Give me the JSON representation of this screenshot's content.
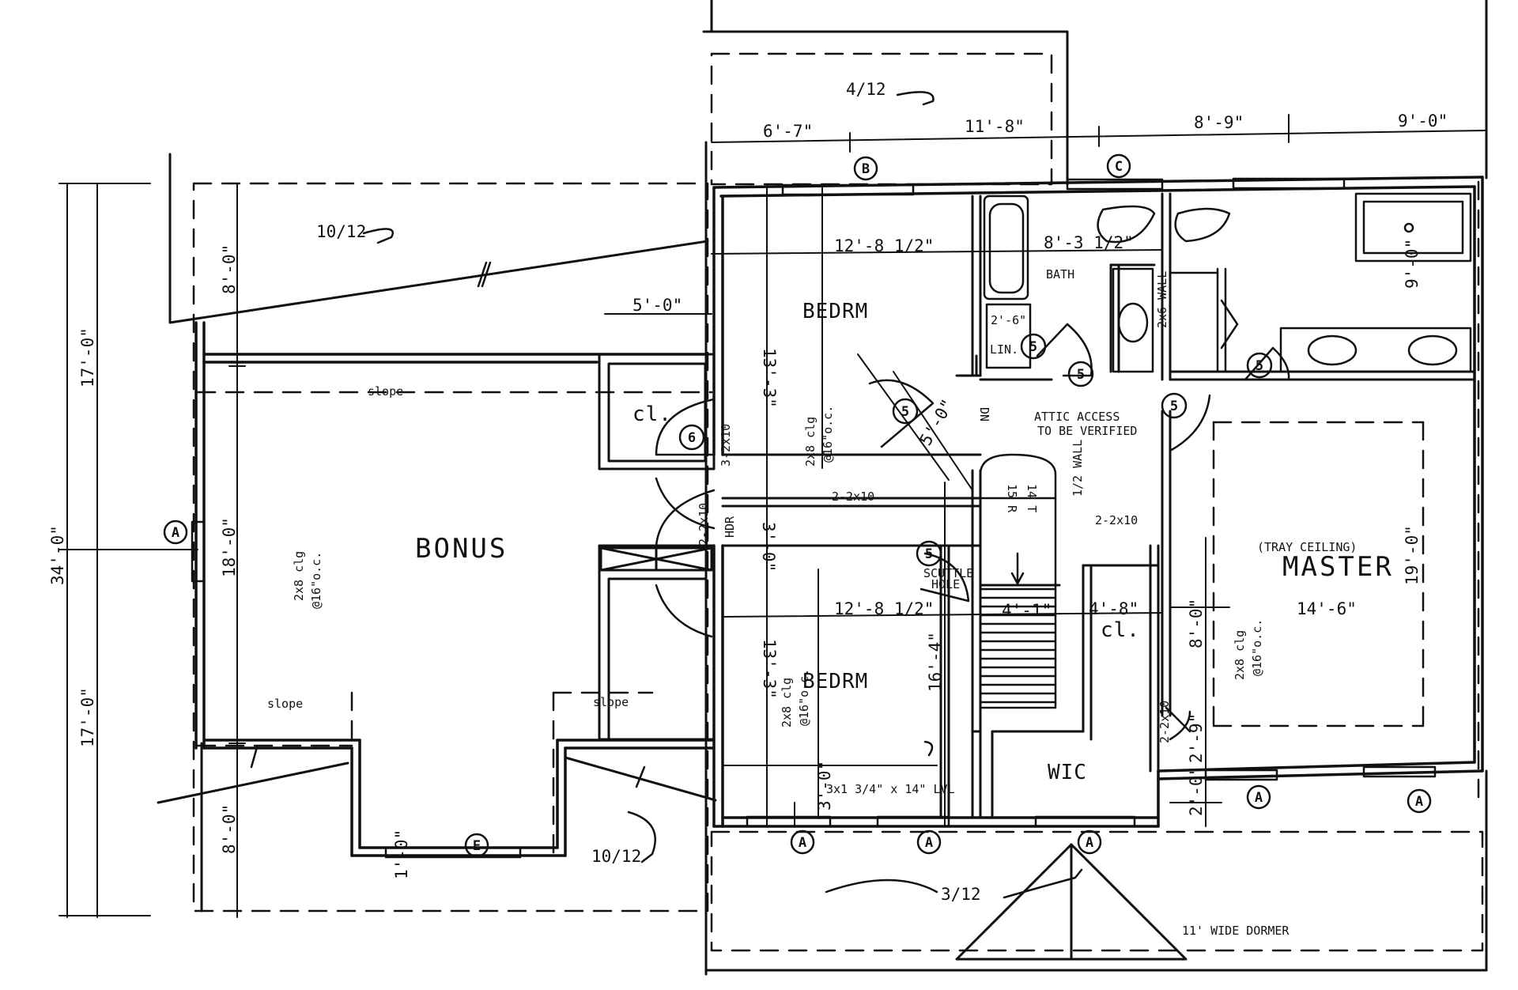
{
  "rooms": {
    "bonus": "BONUS",
    "bedrm_upper": "BEDRM",
    "bedrm_lower": "BEDRM",
    "bath": "BATH",
    "master": "MASTER",
    "master_note": "(TRAY CEILING)",
    "wic": "WIC",
    "closet_1": "cl.",
    "closet_2": "cl.",
    "linen": "LIN."
  },
  "notes": {
    "attic_1": "ATTIC ACCESS",
    "attic_2": "TO BE VERIFIED",
    "dormer": "11' WIDE DORMER",
    "slope_1": "slope",
    "slope_2": "slope",
    "slope_3": "slope",
    "scuttle_1": "SCUTTLE",
    "scuttle_2": "HOLE",
    "joist_bonus_1": "2x8 clg",
    "joist_bonus_2": "@16\"o.c.",
    "joist_bed1_1": "2x8 clg",
    "joist_bed1_2": "@16\"o.c.",
    "joist_bed2_1": "2x8 clg",
    "joist_bed2_2": "@16\"o.c.",
    "joist_master_1": "2x8 clg",
    "joist_master_2": "@16\"o.c.",
    "hdr_1": "3-2x10",
    "hdr_2": "2-2x10",
    "hdr_3": "2-2x10",
    "hdr_4": "2-2x10",
    "hdr_5": "2-2x10",
    "hdr_label": "HDR",
    "lvl": "3x1 3/4\" x 14\" LVL",
    "wall_1": "2x6 WALL",
    "wall_2": "1/2 WALL",
    "stair_1": "DN",
    "stair_2": "15 R",
    "stair_3": "14 T"
  },
  "pitches": {
    "p1": "4/12",
    "p2": "10/12",
    "p3": "10/12",
    "p4": "3/12"
  },
  "dimensions": {
    "d_6_7": "6'-7\"",
    "d_11_8": "11'-8\"",
    "d_8_9": "8'-9\"",
    "d_9_0_top": "9'-0\"",
    "d_8_0_a": "8'-0\"",
    "d_17_0_a": "17'-0\"",
    "d_34_0": "34'-0\"",
    "d_18_0": "18'-0\"",
    "d_17_0_b": "17'-0\"",
    "d_8_0_b": "8'-0\"",
    "d_12_8_a": "12'-8 1/2\"",
    "d_8_3": "8'-3 1/2\"",
    "d_5_0_a": "5'-0\"",
    "d_13_3_a": "13'-3\"",
    "d_2_6": "2'-6\"",
    "d_5_0_b": "5'-0\"",
    "d_9_0_b": "9'-0\"",
    "d_3_0_a": "3'-0\"",
    "d_12_8_b": "12'-8 1/2\"",
    "d_13_3_b": "13'-3\"",
    "d_16_4": "16'-4\"",
    "d_4_1": "4'-1\"",
    "d_4_8": "4'-8\"",
    "d_8_0_c": "8'-0\"",
    "d_14_6": "14'-6\"",
    "d_19_0": "19'-0\"",
    "d_3_0_b": "3'-0\"",
    "d_2_9": "2'-9\"",
    "d_2_0": "2'-0\"",
    "d_1_0": "1'-0\""
  },
  "window_tags": {
    "w_a1": "A",
    "w_a2": "A",
    "w_a3": "A",
    "w_a4": "A",
    "w_a5": "A",
    "w_a6": "A",
    "w_b": "B",
    "w_c": "C",
    "w_e": "E"
  },
  "door_tags": {
    "t5_1": "5",
    "t5_2": "5",
    "t5_3": "5",
    "t5_4": "5",
    "t5_5": "5",
    "t5_6": "5",
    "t6": "6"
  }
}
